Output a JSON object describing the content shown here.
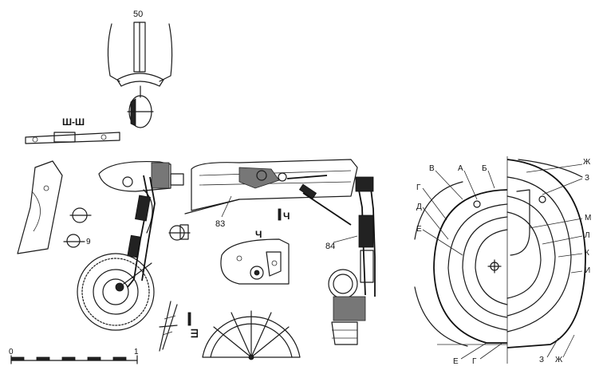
{
  "view_labels": {
    "top_detail": "50",
    "section_sh": "Ш-Ш",
    "section_ch_marker": "Ч",
    "section_ch_title": "Ч",
    "section_sh_marker": "Ш"
  },
  "callouts": {
    "n83": "83",
    "n84": "84",
    "small_g": "9"
  },
  "scale_bar": {
    "start": "0",
    "end": "1"
  },
  "wheel_letters": {
    "right_top": [
      "В",
      "А",
      "Б",
      "Ж",
      "З"
    ],
    "left_side": [
      "Г",
      "Д",
      "Е"
    ],
    "right_side": [
      "М",
      "Л",
      "К",
      "И"
    ],
    "bottom": [
      "Е",
      "Г",
      "З",
      "Ж"
    ]
  }
}
